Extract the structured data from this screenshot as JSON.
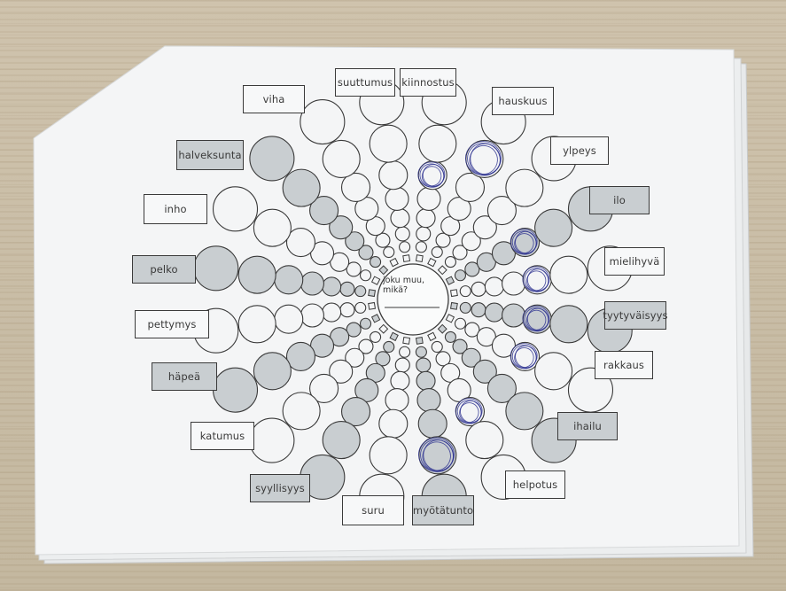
{
  "sheet": {
    "labels": [
      {
        "text": "suuttumus",
        "shaded": false
      },
      {
        "text": "kiinnostus",
        "shaded": false
      },
      {
        "text": "hauskuus",
        "shaded": false
      },
      {
        "text": "ylpeys",
        "shaded": false
      },
      {
        "text": "ilo",
        "shaded": true
      },
      {
        "text": "mielihyvä",
        "shaded": false
      },
      {
        "text": "tyytyväisyys",
        "shaded": true
      },
      {
        "text": "rakkaus",
        "shaded": false
      },
      {
        "text": "ihailu",
        "shaded": true
      },
      {
        "text": "helpotus",
        "shaded": false
      },
      {
        "text": "myötätunto",
        "shaded": true
      },
      {
        "text": "suru",
        "shaded": false
      },
      {
        "text": "syyllisyys",
        "shaded": true
      },
      {
        "text": "katumus",
        "shaded": false
      },
      {
        "text": "häpeä",
        "shaded": true
      },
      {
        "text": "pettymys",
        "shaded": false
      },
      {
        "text": "pelko",
        "shaded": true
      },
      {
        "text": "inho",
        "shaded": false
      },
      {
        "text": "halveksunta",
        "shaded": true
      },
      {
        "text": "viha",
        "shaded": false
      }
    ],
    "center_question": {
      "line1": "joku muu,",
      "line2": "mikä?"
    },
    "marked_emotions": [
      "kiinnostus",
      "hauskuus",
      "ilo",
      "mielihyvä",
      "tyytyväisyys",
      "rakkaus",
      "helpotus",
      "myötätunto"
    ]
  },
  "colors": {
    "table": "#c9bda6",
    "paper": "#f4f5f6",
    "shade": "#c9ced1",
    "ink": "#3a3a3a",
    "pen": "#2b2f8f"
  }
}
